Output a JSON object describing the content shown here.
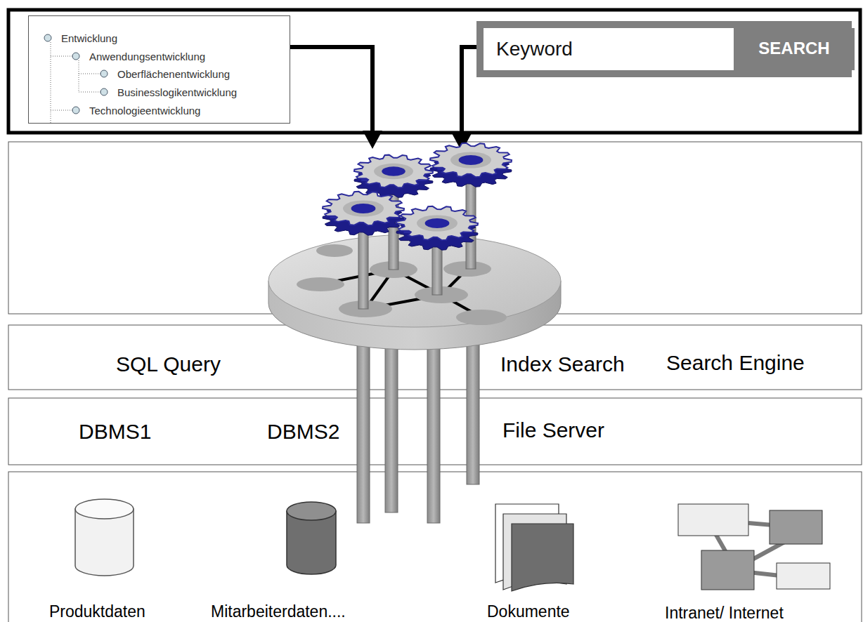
{
  "diagram": {
    "nodes": [
      {
        "text": [
          "Entwicklung",
          "Anwendungsentwicklung",
          "Oberflächenentwicklung",
          "Businesslogikentwicklung",
          "Technologieentwicklung"
        ]
      },
      {
        "text": [
          "Keyword"
        ]
      },
      {
        "text": [
          "SEARCH"
        ]
      },
      {
        "text": [
          "SQL Query",
          "Index Search",
          "Search Engine"
        ]
      },
      {
        "text": [
          "DBMS1",
          "DBMS2",
          "File Server"
        ]
      },
      {
        "text": [
          "Produktdaten",
          "Mitarbeiterdaten....",
          "Dokumente",
          "Intranet/ Internet"
        ]
      }
    ]
  }
}
